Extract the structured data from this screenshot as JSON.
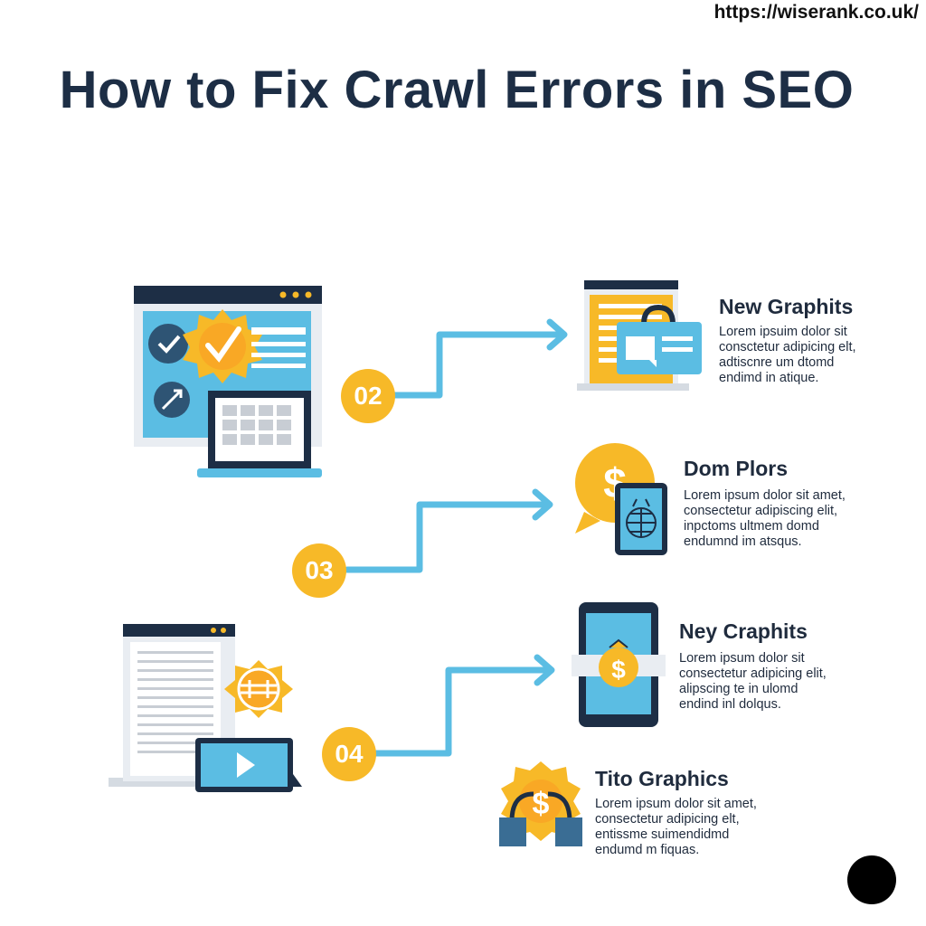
{
  "header": {
    "url": "https://wiserank.co.uk/",
    "title": "How to Fix Crawl Errors in SEO"
  },
  "steps": [
    {
      "number": "02"
    },
    {
      "number": "03"
    },
    {
      "number": "04"
    }
  ],
  "items": [
    {
      "title": "New Graphits",
      "body": "Lorem ipsuim dolor sit\nconsctetur adipicing elt,\nadtiscnre um dtomd\nendimd in atique."
    },
    {
      "title": "Dom Plors",
      "body": "Lorem ipsum dolor sit amet,\nconsectetur adipiscing elit,\ninpctoms ultmem domd\nendumnd im atsqus."
    },
    {
      "title": "Ney Craphits",
      "body": "Lorem ipsum dolor sit\nconsectetur adipicing elit,\nalipscing te in ulomd\nendind inl dolqus."
    },
    {
      "title": "Tito Graphics",
      "body": "Lorem ipsum dolor sit amet,\nconsectetur adipicing elt,\nentissme suimendidmd\nendumd m fiquas."
    }
  ],
  "colors": {
    "accent_yellow": "#f7b928",
    "accent_blue": "#5bbde3",
    "navy": "#1d2e45"
  }
}
